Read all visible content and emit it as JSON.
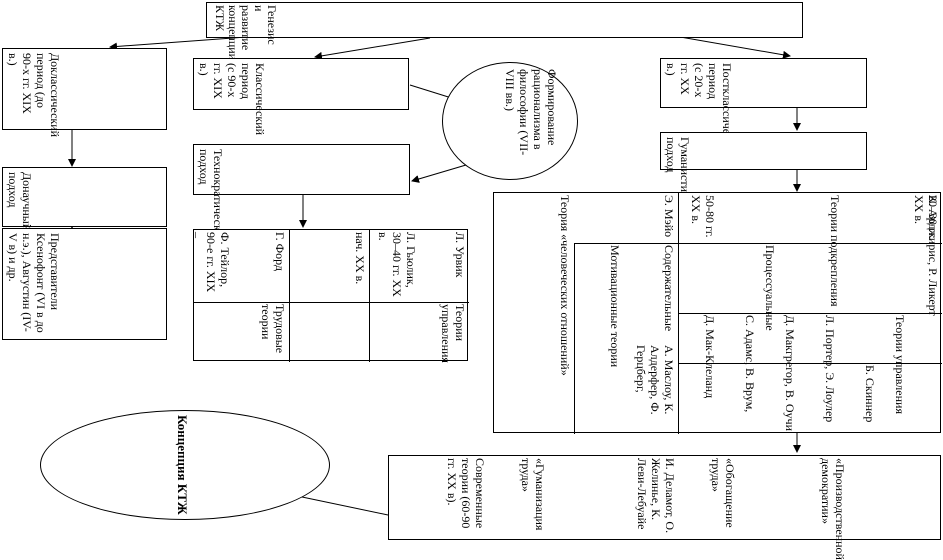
{
  "title": "Генезис и развитие концепции КТЖ",
  "periods": {
    "preclassical": "Доклассический период (до 90-х гг. XIX в.)",
    "classical": "Классический период (с 90-х гг. XIX в.)",
    "postclassical": "Постклассический период (с 20-х гг. XX в.)"
  },
  "rationalism": "Формирование рационализма в философии (VII-VIII вв.)",
  "approaches": {
    "prescientific": "Донаучный подход",
    "technocratic": "Технократический подход",
    "humanistic": "Гуманистический подход"
  },
  "representatives": "Представители Ксенофонт (VI в до н.э.), Августин (IV-V в) и др.",
  "techno_table": {
    "col1_top": "Трудовые теории",
    "col1_a": "Ф. Тейлор, 90-е гг. XIX –",
    "col1_b": "Г. Форд",
    "col1_c": "нач. XX в.",
    "col2_top": "Теории управления",
    "col2_a": "Л. Гьюлик, 30–40 гг. XX в.",
    "col2_b": "Л. Урвик"
  },
  "humanistic_table": {
    "r1_head": "Э. Мэйо",
    "r1_title": "Теория «человеческих отношений»",
    "r1_date": "20–30 гг. XX в.",
    "r2_label": "Мотивационные теории",
    "r2_head": "Содержательные",
    "r2_a": "А. Маслоу, К. Алдерфер, Ф. Герцберг,",
    "r2_b": "Д. Мак-Клеланд",
    "r2_date": "50-80 гг. XX в.",
    "r3_head": "Процессуальные",
    "r3_a": "С. Адамс, В. Врум,",
    "r3_b": "Д. Макгрегор, В. Оучи",
    "r3_c": "Л. Портер, Э. Лоулер",
    "r4_head": "Теории подкрепления",
    "r4_a": "Б. Скиннер",
    "r5_head": "Теории управления",
    "r5_a": "К. Арджирис, Р. Ликерт"
  },
  "modern": {
    "title": "Современные теории (60-90 гг. XX в).",
    "h": "«Гуманизация труда»",
    "h_names": "И. Деламот, О. Желинье, К. Леви-Лебуайе",
    "e": "«Обогащение труда»",
    "d": "«Производственной демократии»"
  },
  "concept": "Концепция КТЖ"
}
